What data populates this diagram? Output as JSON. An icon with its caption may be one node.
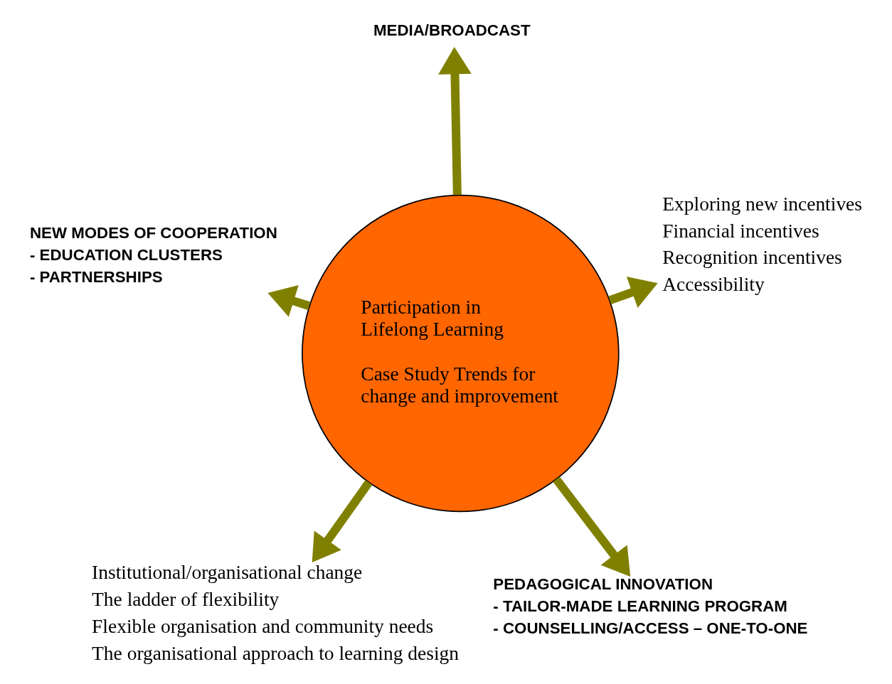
{
  "diagram": {
    "nodes": [
      {
        "text": [
          "Institutional/organisational change",
          "The ladder of flexibility",
          "Flexible organisation and community needs",
          "The organisational approach to learning design"
        ]
      },
      {
        "text": [
          "PEDAGOGICAL INNOVATION",
          "- TAILOR-MADE LEARNING PROGRAM",
          "- COUNSELLING/ACCESS – ONE-TO-ONE"
        ]
      },
      {
        "text": [
          "Participation in Lifelong Learning",
          "Case Study Trends for change and improvement"
        ]
      },
      {
        "text": [
          "MEDIA/BROADCAST"
        ]
      },
      {
        "text": [
          "Exploring new incentives",
          "Financial incentives",
          "Recognition incentives",
          "Accessibility"
        ]
      },
      {
        "text": [
          "NEW MODES OF COOPERATION",
          "- EDUCATION CLUSTERS",
          "- PARTNERSHIPS"
        ]
      }
    ],
    "edges": [
      {
        "from": 2,
        "to": 0,
        "arrow": "to"
      },
      {
        "from": 2,
        "to": 1,
        "arrow": "to"
      },
      {
        "from": 2,
        "to": 3,
        "arrow": "to"
      },
      {
        "from": 2,
        "to": 5,
        "arrow": "to"
      },
      {
        "from": 2,
        "to": 4,
        "arrow": "to"
      }
    ]
  }
}
